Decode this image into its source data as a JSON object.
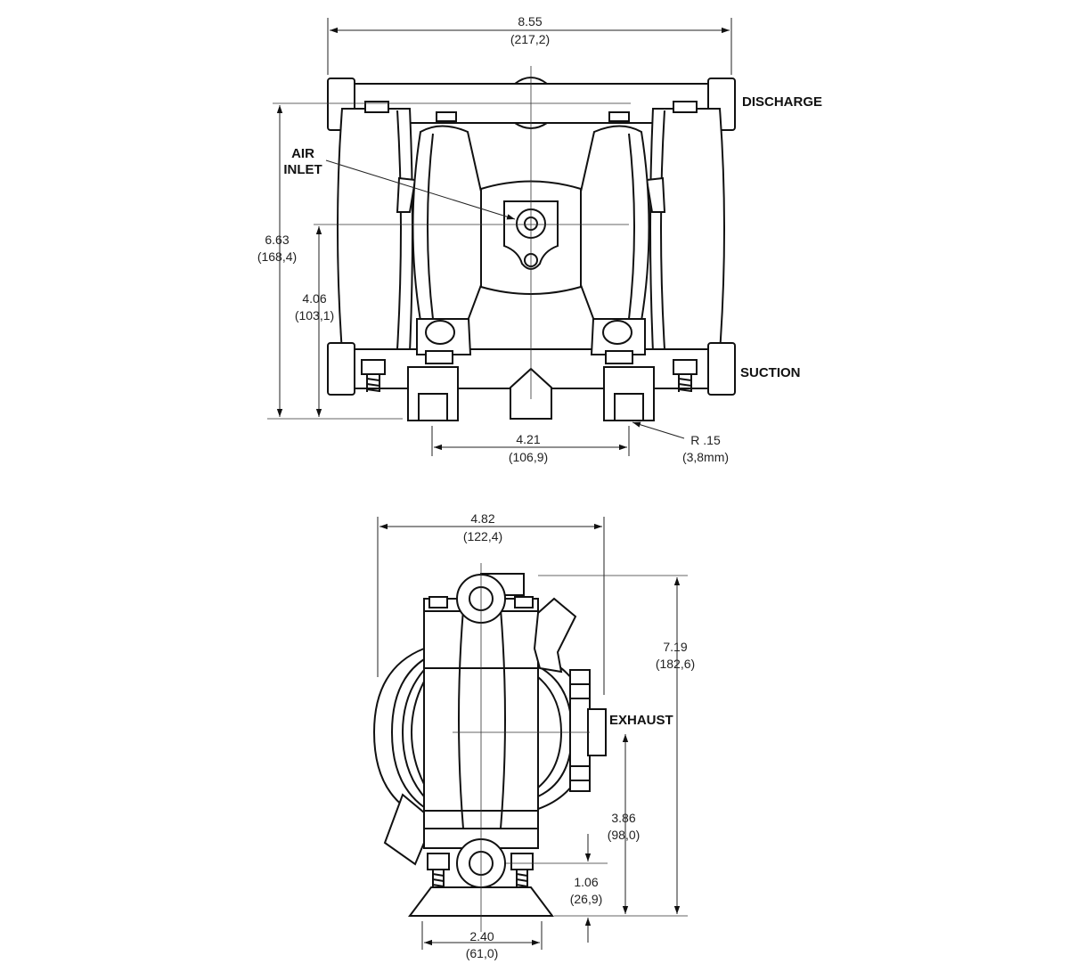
{
  "front_view": {
    "width_dim": {
      "value": "8.55",
      "metric": "(217,2)"
    },
    "height_dim": {
      "value": "6.63",
      "metric": "(168,4)"
    },
    "inlet_height_dim": {
      "value": "4.06",
      "metric": "(103,1)"
    },
    "foot_span_dim": {
      "value": "4.21",
      "metric": "(106,9)"
    },
    "radius_dim": {
      "value": "R .15",
      "metric": "(3,8mm)"
    },
    "labels": {
      "discharge": "DISCHARGE",
      "suction": "SUCTION",
      "air_inlet_1": "AIR",
      "air_inlet_2": "INLET"
    }
  },
  "side_view": {
    "width_dim": {
      "value": "4.82",
      "metric": "(122,4)"
    },
    "height_dim": {
      "value": "7.19",
      "metric": "(182,6)"
    },
    "exhaust_height_dim": {
      "value": "3.86",
      "metric": "(98,0)"
    },
    "base_height_dim": {
      "value": "1.06",
      "metric": "(26,9)"
    },
    "base_width_dim": {
      "value": "2.40",
      "metric": "(61,0)"
    },
    "labels": {
      "exhaust": "EXHAUST"
    }
  }
}
